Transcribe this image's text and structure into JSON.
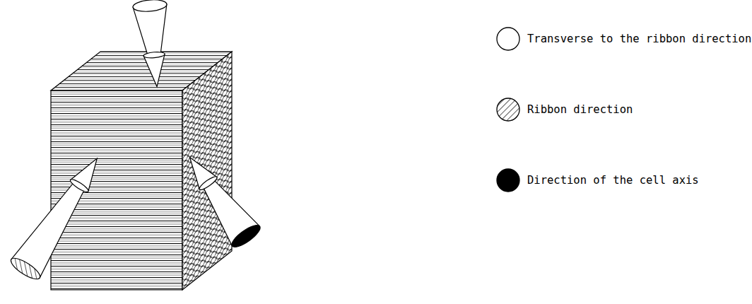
{
  "diagram": {
    "legend": [
      {
        "text": "Transverse to the ribbon direction",
        "color": "#ffffff"
      },
      {
        "text": "Ribbon direction"
      },
      {
        "text": "Direction of the cell axis",
        "color": "#000000"
      }
    ]
  }
}
